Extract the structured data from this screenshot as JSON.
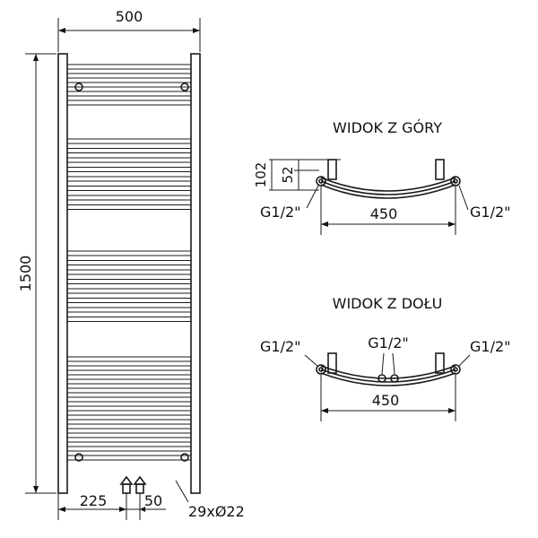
{
  "front_view": {
    "width_label": "500",
    "height_label": "1500",
    "offset_label": "225",
    "spacing_label": "50",
    "tubes_label": "29xØ22"
  },
  "top_view": {
    "title": "WIDOK Z GÓRY",
    "depth_label": "102",
    "inner_depth_label": "52",
    "width_label": "450",
    "left_connection": "G1/2\"",
    "right_connection": "G1/2\""
  },
  "bottom_view": {
    "title": "WIDOK Z DOŁU",
    "left_connection": "G1/2\"",
    "middle_connection": "G1/2\"",
    "right_connection": "G1/2\"",
    "width_label": "450"
  }
}
